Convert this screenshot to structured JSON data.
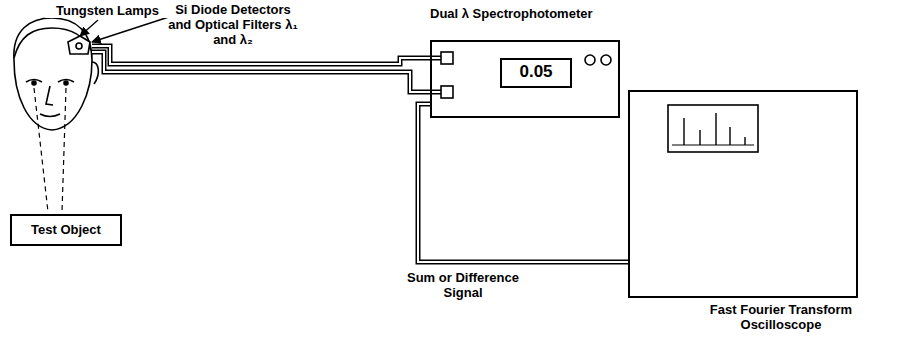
{
  "diagram": {
    "nodes": [
      {
        "text": [
          "Test Object"
        ]
      },
      {
        "text": [
          "Dual λ Spectrophotometer"
        ]
      },
      {
        "text": [
          "0.05"
        ],
        "in": 1
      },
      {
        "text": [
          "Fast Fourier Transform Oscilloscope"
        ]
      }
    ],
    "edges": [
      {
        "from": 1,
        "to": 3,
        "arrow": "none",
        "label": "Sum or Difference Signal"
      }
    ],
    "labels": [
      "Tungsten Lamps",
      "Si Diode Detectors and Optical Filters λ₁ and λ₂"
    ]
  }
}
